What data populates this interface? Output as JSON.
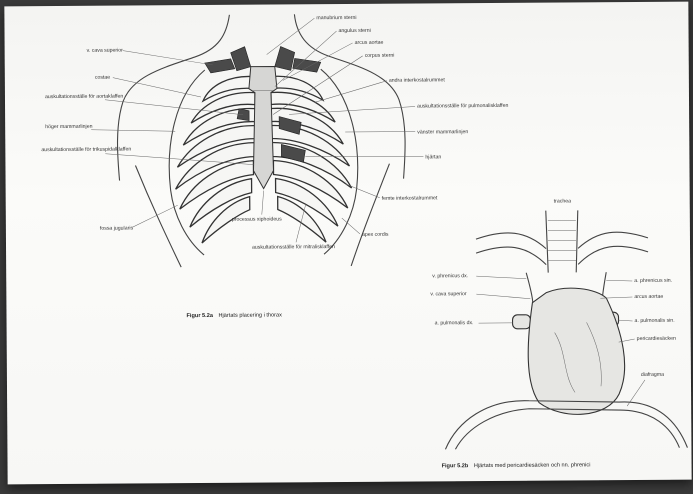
{
  "fig_a": {
    "labels_left": [
      "v. cava superior",
      "costae",
      "auskultationsställe för aortaklaffen",
      "höger mammarlinjen",
      "auskultationsställe för trikuspidalklaffen",
      "fossa jugularis"
    ],
    "labels_right": [
      "manubrium sterni",
      "angulus sterni",
      "arcus aortae",
      "corpus sterni",
      "andra interkostalrummet",
      "auskultationsställe för pulmonalisklaffen",
      "vänster mammarlinjen",
      "hjärtan",
      "femte interkostalrummet",
      "apex cordis"
    ],
    "labels_bottom": [
      "processus xiphoideus",
      "auskultationsställe för mitralisklaffen"
    ],
    "caption_num": "Figur 5.2a",
    "caption_text": "Hjärtats placering i thorax"
  },
  "fig_b": {
    "label_top": "trachea",
    "labels_left": [
      "v. phrenicus dx.",
      "v. cava superior",
      "a. pulmonalis dx."
    ],
    "labels_right": [
      "a. phrenicus sin.",
      "arcus aortae",
      "a. pulmonalis sin.",
      "pericardiesäcken",
      "diafragma"
    ],
    "caption_num": "Figur 5.2b",
    "caption_text": "Hjärtats med pericardiesäcken och nn. phrenici"
  }
}
